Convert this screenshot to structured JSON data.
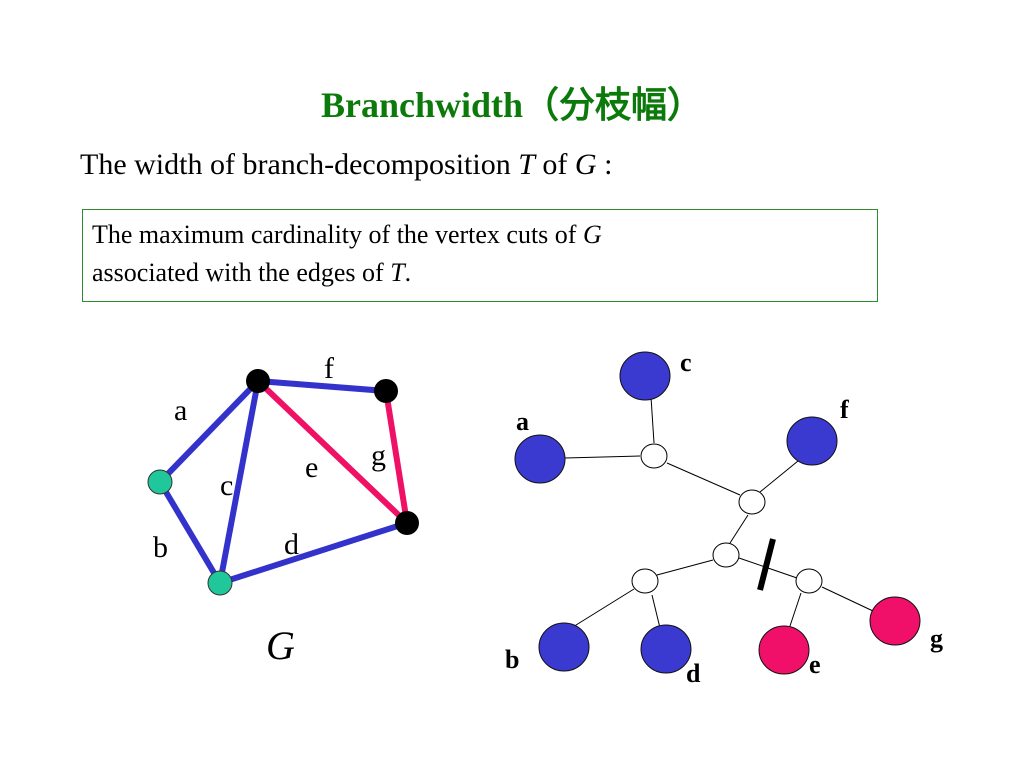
{
  "title": "Branchwidth（分枝幅）",
  "subtitle": {
    "pre": "The width of branch-decomposition ",
    "var_t": "T",
    "mid": " of ",
    "var_g": "G",
    "post": " :"
  },
  "definition": {
    "line1_pre": "The maximum cardinality of  the vertex cuts of ",
    "line1_var": "G",
    "line2_pre": "associated with the edges of ",
    "line2_var": "T",
    "line2_post": "."
  },
  "graph": {
    "name": "G",
    "edge_labels": {
      "a": "a",
      "b": "b",
      "c": "c",
      "d": "d",
      "e": "e",
      "f": "f",
      "g": "g"
    }
  },
  "tree": {
    "leaf_labels": {
      "a": "a",
      "b": "b",
      "c": "c",
      "d": "d",
      "e": "e",
      "f": "f",
      "g": "g"
    }
  },
  "colors": {
    "title": "#0b7a0b",
    "box_border": "#2e8b2e",
    "blue_edge": "#3333cc",
    "pink_edge": "#ee1166",
    "teal_vertex": "#1fc79a",
    "black_vertex": "#000000",
    "blue_leaf": "#3a3ad0",
    "pink_leaf": "#f0106a"
  }
}
